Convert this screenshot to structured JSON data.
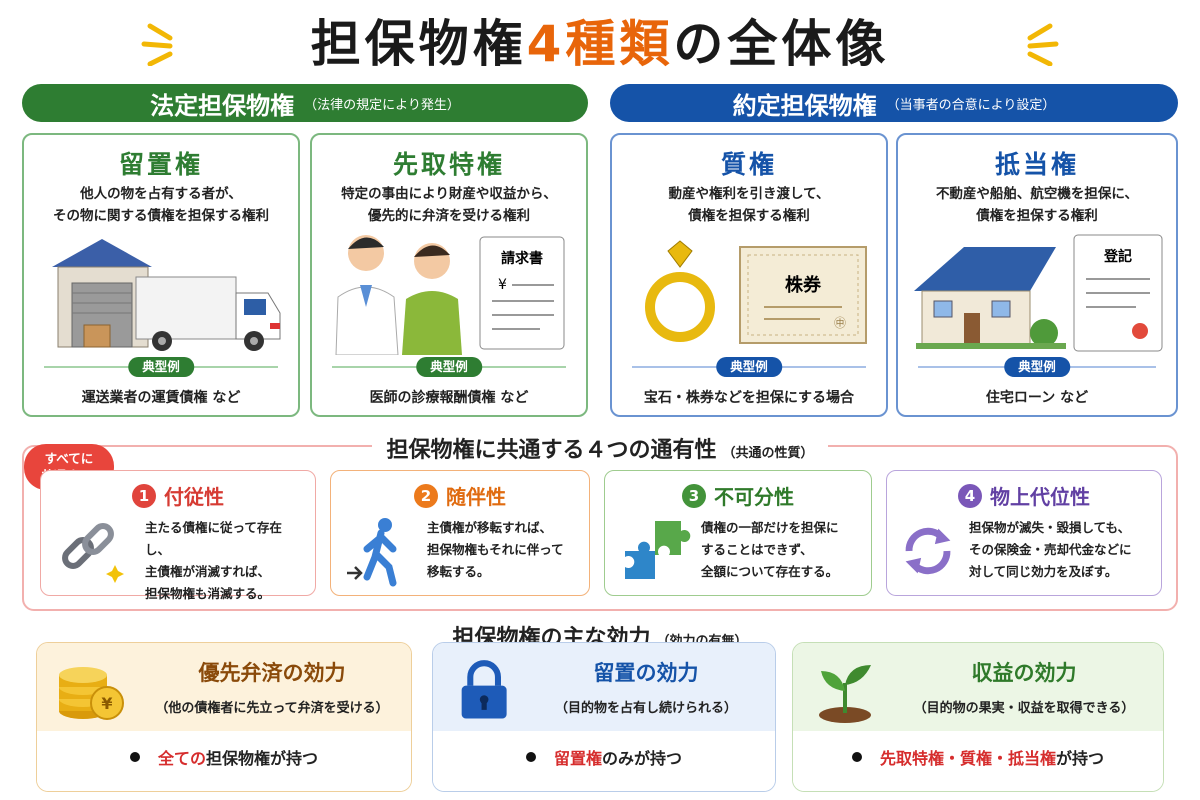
{
  "title": {
    "before": "担保物権",
    "highlight": "4種類",
    "after": "の全体像"
  },
  "categories": {
    "legal": {
      "label": "法定担保物権",
      "sub": "（法律の規定により発生）"
    },
    "contract": {
      "label": "約定担保物権",
      "sub": "（当事者の合意により設定）"
    }
  },
  "example_label": "典型例",
  "types": [
    {
      "name": "留置権",
      "desc1": "他人の物を占有する者が、",
      "desc2": "その物に関する債権を担保する権利",
      "example": "運送業者の運賃債権 など"
    },
    {
      "name": "先取特権",
      "desc1": "特定の事由により財産や収益から、",
      "desc2": "優先的に弁済を受ける権利",
      "example": "医師の診療報酬債権 など",
      "doc_title": "請求書",
      "doc_symbol": "¥"
    },
    {
      "name": "質権",
      "desc1": "動産や権利を引き渡して、",
      "desc2": "債権を担保する権利",
      "example": "宝石・株券などを担保にする場合",
      "cert_title": "株券",
      "cert_seal": "㊥"
    },
    {
      "name": "抵当権",
      "desc1": "不動産や船舶、航空機を担保に、",
      "desc2": "債権を担保する権利",
      "example": "住宅ローン など",
      "doc_title": "登記"
    }
  ],
  "common": {
    "title": "担保物権に共通する４つの通有性",
    "sub": "（共通の性質）",
    "bubble1": "すべてに",
    "bubble2": "共通する!",
    "props": [
      {
        "num": "1",
        "name": "付従性",
        "l1": "主たる債権に従って存在し、",
        "l2": "主債権が消滅すれば、",
        "l3": "担保物権も消滅する。"
      },
      {
        "num": "2",
        "name": "随伴性",
        "l1": "主債権が移転すれば、",
        "l2": "担保物権もそれに伴って",
        "l3": "移転する。"
      },
      {
        "num": "3",
        "name": "不可分性",
        "l1": "債権の一部だけを担保に",
        "l2": "することはできず、",
        "l3": "全額について存在する。"
      },
      {
        "num": "4",
        "name": "物上代位性",
        "l1": "担保物が滅失・毀損しても、",
        "l2": "その保険金・売却代金などに",
        "l3": "対して同じ効力を及ぼす。"
      }
    ]
  },
  "effects": {
    "title": "担保物権の主な効力",
    "sub": "（効力の有無）",
    "items": [
      {
        "name": "優先弁済の効力",
        "sub": "（他の債権者に先立って弁済を受ける）",
        "red": "全ての",
        "rest": "担保物権が持つ",
        "coin_symbol": "¥"
      },
      {
        "name": "留置の効力",
        "sub": "（目的物を占有し続けられる）",
        "red": "留置権",
        "rest": "のみが持つ"
      },
      {
        "name": "収益の効力",
        "sub": "（目的物の果実・収益を取得できる）",
        "red": "先取特権・質権・抵当権",
        "rest": "が持つ"
      }
    ]
  },
  "colors": {
    "legal_green": "#2e7d32",
    "contract_blue": "#1553a8",
    "title_orange": "#e8650a",
    "accent_red": "#d62d2d"
  }
}
